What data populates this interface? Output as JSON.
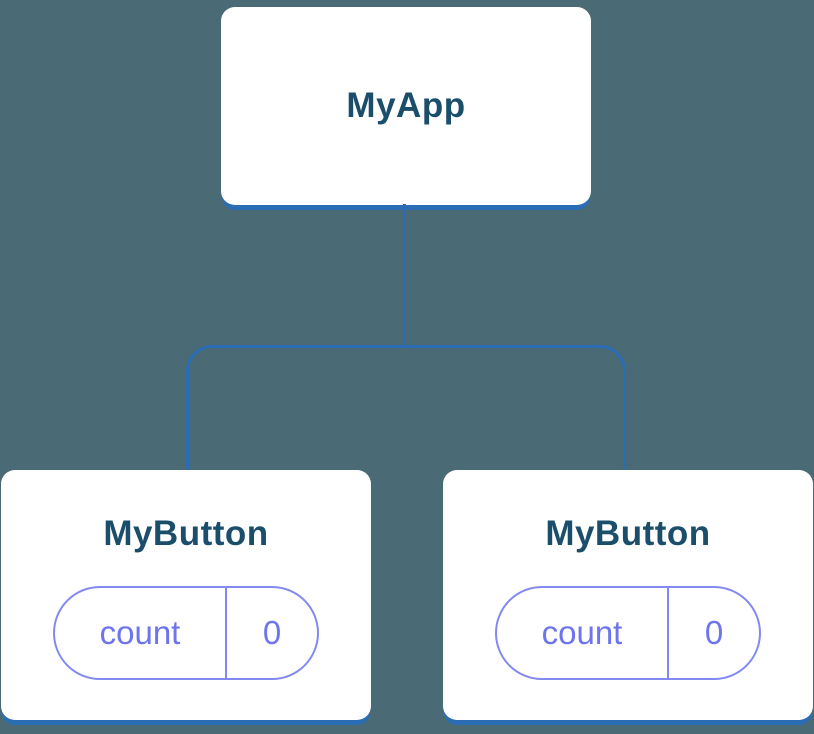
{
  "tree": {
    "root": {
      "label": "MyApp"
    },
    "children": [
      {
        "label": "MyButton",
        "state": {
          "key": "count",
          "value": "0"
        }
      },
      {
        "label": "MyButton",
        "state": {
          "key": "count",
          "value": "0"
        }
      }
    ]
  },
  "colors": {
    "background": "#4a6a76",
    "connector": "#2b6db5",
    "node_text": "#1b4e6b",
    "state_border": "#8289f0",
    "state_text": "#6d74ee",
    "card_background": "#ffffff"
  }
}
